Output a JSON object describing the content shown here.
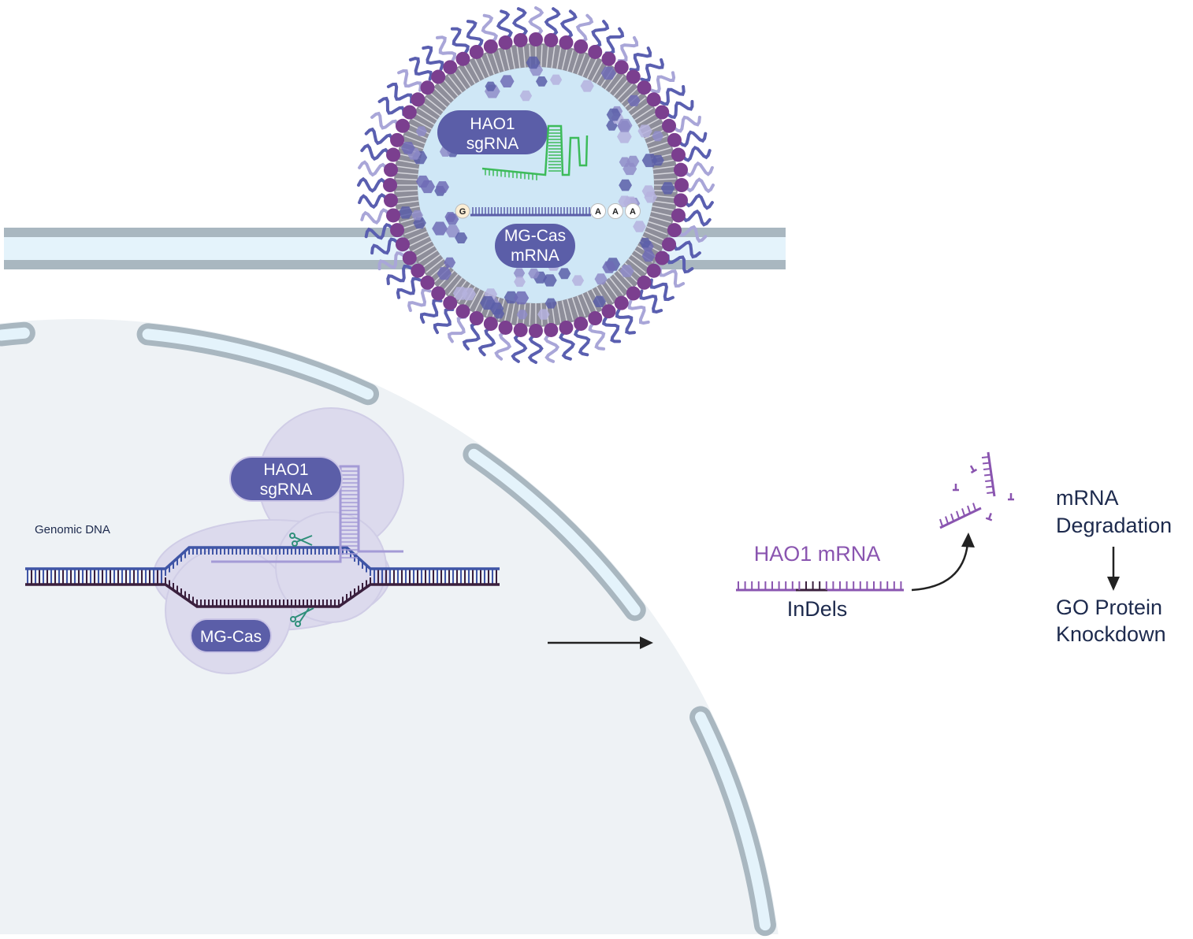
{
  "lnp": {
    "sgrna_label": [
      "HAO1",
      "sgRNA"
    ],
    "mrna_label": [
      "MG-Cas",
      "mRNA"
    ],
    "cap_base": "G",
    "polya_bases": [
      "A",
      "A",
      "A"
    ]
  },
  "nucleus": {
    "genomic_dna_label": "Genomic DNA",
    "sgrna_label": [
      "HAO1",
      "sgRNA"
    ],
    "cas_label": "MG-Cas"
  },
  "outcome": {
    "mrna_label": "HAO1 mRNA",
    "indels_label": "InDels",
    "degradation_label": [
      "mRNA",
      "Degradation"
    ],
    "knockdown_label": [
      "GO Protein",
      "Knockdown"
    ]
  },
  "colors": {
    "pill": "#5b5ea8",
    "lipid_head": "#7b3f8f",
    "peg": "#5a5fb0",
    "sgrna_green": "#3dbb5a",
    "mrna_purple": "#8a55b0",
    "dna_blue": "#3f55a6",
    "dna_dark": "#3a1f3d",
    "membrane_border": "#a9b7c0",
    "membrane_fill": "#e4f3fb",
    "nucleus_fill": "#eef2f5",
    "text_dark": "#1d2a4d"
  }
}
